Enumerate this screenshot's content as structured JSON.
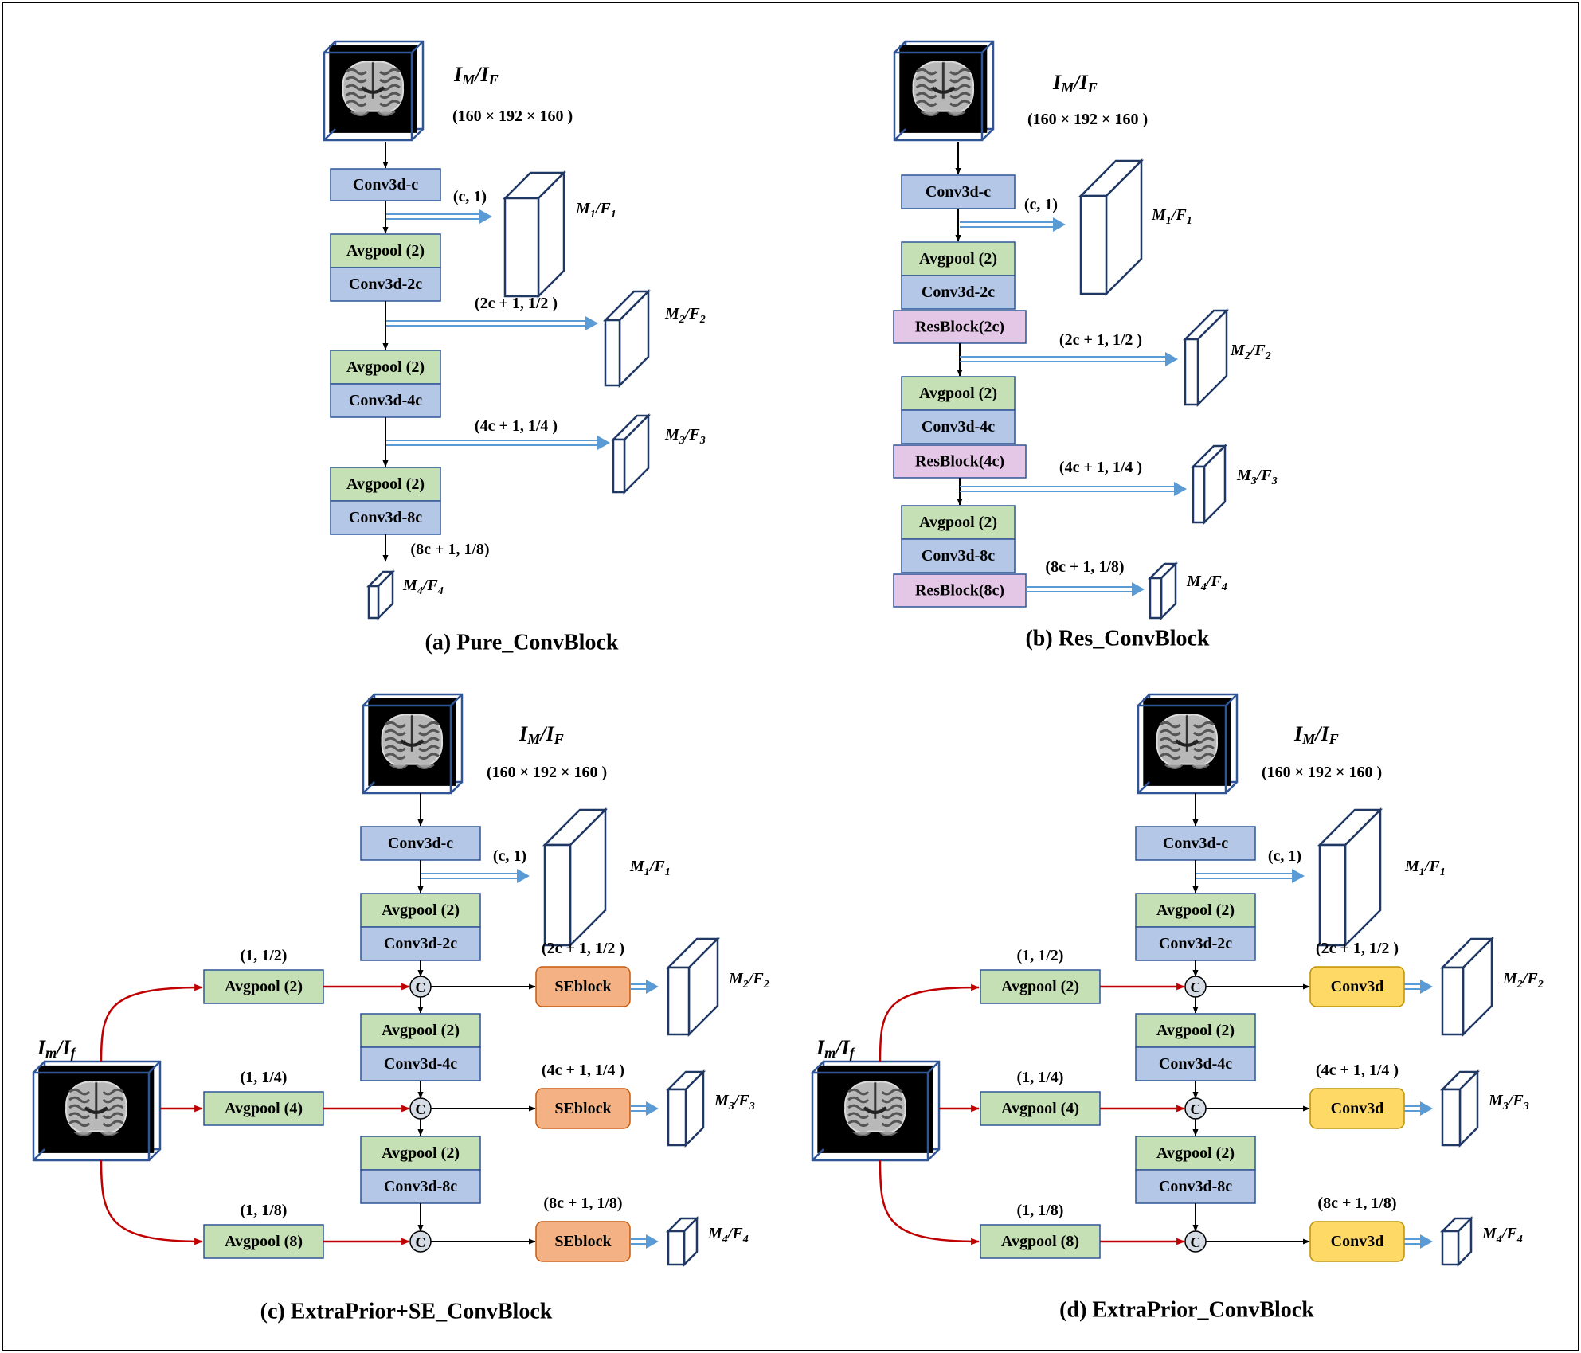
{
  "labels": {
    "input_main": "I_M/I_F",
    "input_prior": "I_m/I_f",
    "size": "(160 × 192 × 160 )",
    "conv_c": "Conv3d-c",
    "conv_2c": "Conv3d-2c",
    "conv_4c": "Conv3d-4c",
    "conv_8c": "Conv3d-8c",
    "avgpool2": "Avgpool (2)",
    "avgpool4": "Avgpool (4)",
    "avgpool8": "Avgpool (8)",
    "res_2c": "ResBlock(2c)",
    "res_4c": "ResBlock(4c)",
    "res_8c": "ResBlock(8c)",
    "seblock": "SEblock",
    "conv3d": "Conv3d",
    "concat": "C",
    "s1": "(c, 1)",
    "s2": "(2c + 1, 1/2 )",
    "s3": "(4c + 1, 1/4 )",
    "s4": "(8c + 1, 1/8)",
    "p2": "(1, 1/2)",
    "p4": "(1, 1/4)",
    "p8": "(1, 1/8)",
    "f1": "M1/F1",
    "f2": "M2/F2",
    "f3": "M3/F3",
    "f4": "M4/F4"
  },
  "captions": {
    "a": "(a) Pure_ConvBlock",
    "b": "(b) Res_ConvBlock",
    "c": "(c) ExtraPrior+SE_ConvBlock",
    "d": "(d) ExtraPrior_ConvBlock"
  },
  "colors": {
    "conv": "#b4c7e7",
    "avgpool": "#c5e0b4",
    "resblock": "#e4c6e6",
    "seblock": "#f4b183",
    "conv3d_block": "#ffd966",
    "box_stroke": "#2f5597",
    "flow_arrow": "#5b9bd5",
    "prior_arrow": "#c00000",
    "feature_map": "#1f3864"
  }
}
